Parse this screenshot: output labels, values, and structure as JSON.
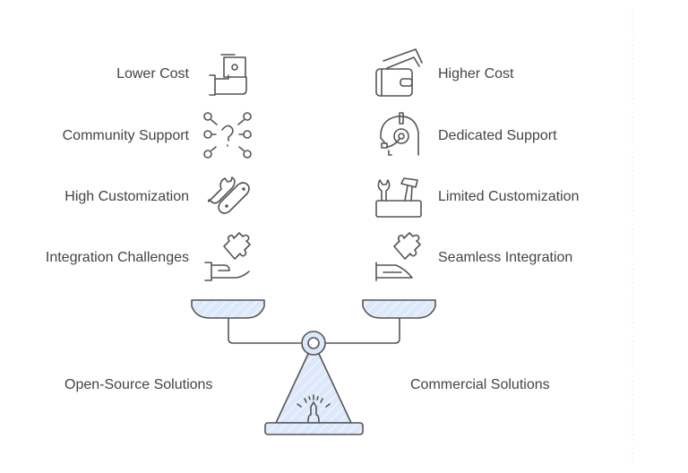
{
  "left": {
    "title": "Open-Source Solutions",
    "items": [
      "Lower Cost",
      "Community Support",
      "High Customization",
      "Integration Challenges"
    ]
  },
  "right": {
    "title": "Commercial Solutions",
    "items": [
      "Higher Cost",
      "Dedicated Support",
      "Limited Customization",
      "Seamless Integration"
    ]
  },
  "icons": {
    "left": [
      "hand-money-icon",
      "network-question-icon",
      "wrench-tools-icon",
      "hand-puzzle-icon"
    ],
    "right": [
      "wallet-icon",
      "headset-support-icon",
      "toolbox-icon",
      "hand-puzzle-icon"
    ]
  },
  "colors": {
    "fill": "#dce8fb",
    "stroke": "#555555",
    "text": "#444444"
  }
}
